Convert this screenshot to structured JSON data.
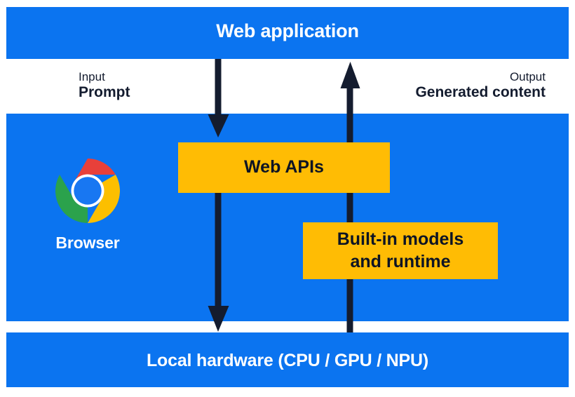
{
  "diagram": {
    "colors": {
      "blue": "#0b74f0",
      "yellow": "#ffbc04",
      "navy": "#141c2f",
      "white": "#ffffff",
      "chrome_red": "#e8403a",
      "chrome_green": "#2ba24c",
      "chrome_yellow": "#fcbf00",
      "chrome_blue": "#1877f2"
    },
    "bands": {
      "web_application": "Web application",
      "local_hardware": "Local hardware (CPU / GPU / NPU)"
    },
    "flows": {
      "input": {
        "kind": "Input",
        "value": "Prompt"
      },
      "output": {
        "kind": "Output",
        "value": "Generated content"
      }
    },
    "boxes": {
      "web_apis": "Web APIs",
      "builtin_models_line1": "Built-in models",
      "builtin_models_line2": "and runtime"
    },
    "browser": {
      "label": "Browser",
      "icon": "chrome-logo-icon"
    },
    "arrows": {
      "down_arrow_name": "downward-flow-arrow",
      "up_arrow_name": "upward-flow-arrow"
    }
  }
}
